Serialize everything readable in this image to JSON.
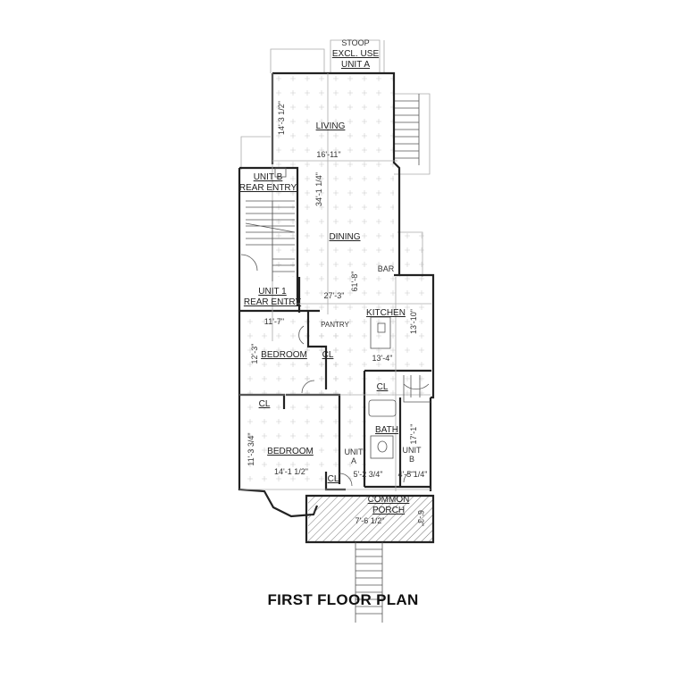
{
  "title": "FIRST FLOOR PLAN",
  "rooms": {
    "stoop": [
      "STOOP",
      "EXCL. USE",
      "UNIT A"
    ],
    "living": "LIVING",
    "unit_b_rear": [
      "UNIT B",
      "REAR ENTRY"
    ],
    "dining": "DINING",
    "bar": "BAR",
    "unit1_rear": [
      "UNIT 1",
      "REAR ENTRY"
    ],
    "kitchen": "KITCHEN",
    "pantry": "PANTRY",
    "bedroom1": "BEDROOM",
    "closet": "CL",
    "bath": "BATH",
    "bedroom2": "BEDROOM",
    "unit_a": [
      "UNIT",
      "A"
    ],
    "unit_b": [
      "UNIT",
      "B"
    ],
    "porch": [
      "COMMON",
      "PORCH"
    ]
  },
  "dims": {
    "living_depth": "14'-3 1/2\"",
    "living_width": "16'-11\"",
    "dining_depth": "34'-1 1/4\"",
    "overall_depth": "61'-8\"",
    "overall_width": "27'-3\"",
    "kitchen_depth": "13'-10\"",
    "kitchen_width": "13'-4\"",
    "bed1_width": "11'-7\"",
    "bed1_depth": "12'-3\"",
    "bath_depth": "17'-1\"",
    "bed2_depth": "11'-3 3/4\"",
    "bed2_width": "14'-1 1/2\"",
    "unit_a_width": "5'-2 3/4\"",
    "unit_b_width": "4'-5 1/4\"",
    "porch_width": "7'-6 1/2\"",
    "porch_depth": "6'-3\""
  }
}
